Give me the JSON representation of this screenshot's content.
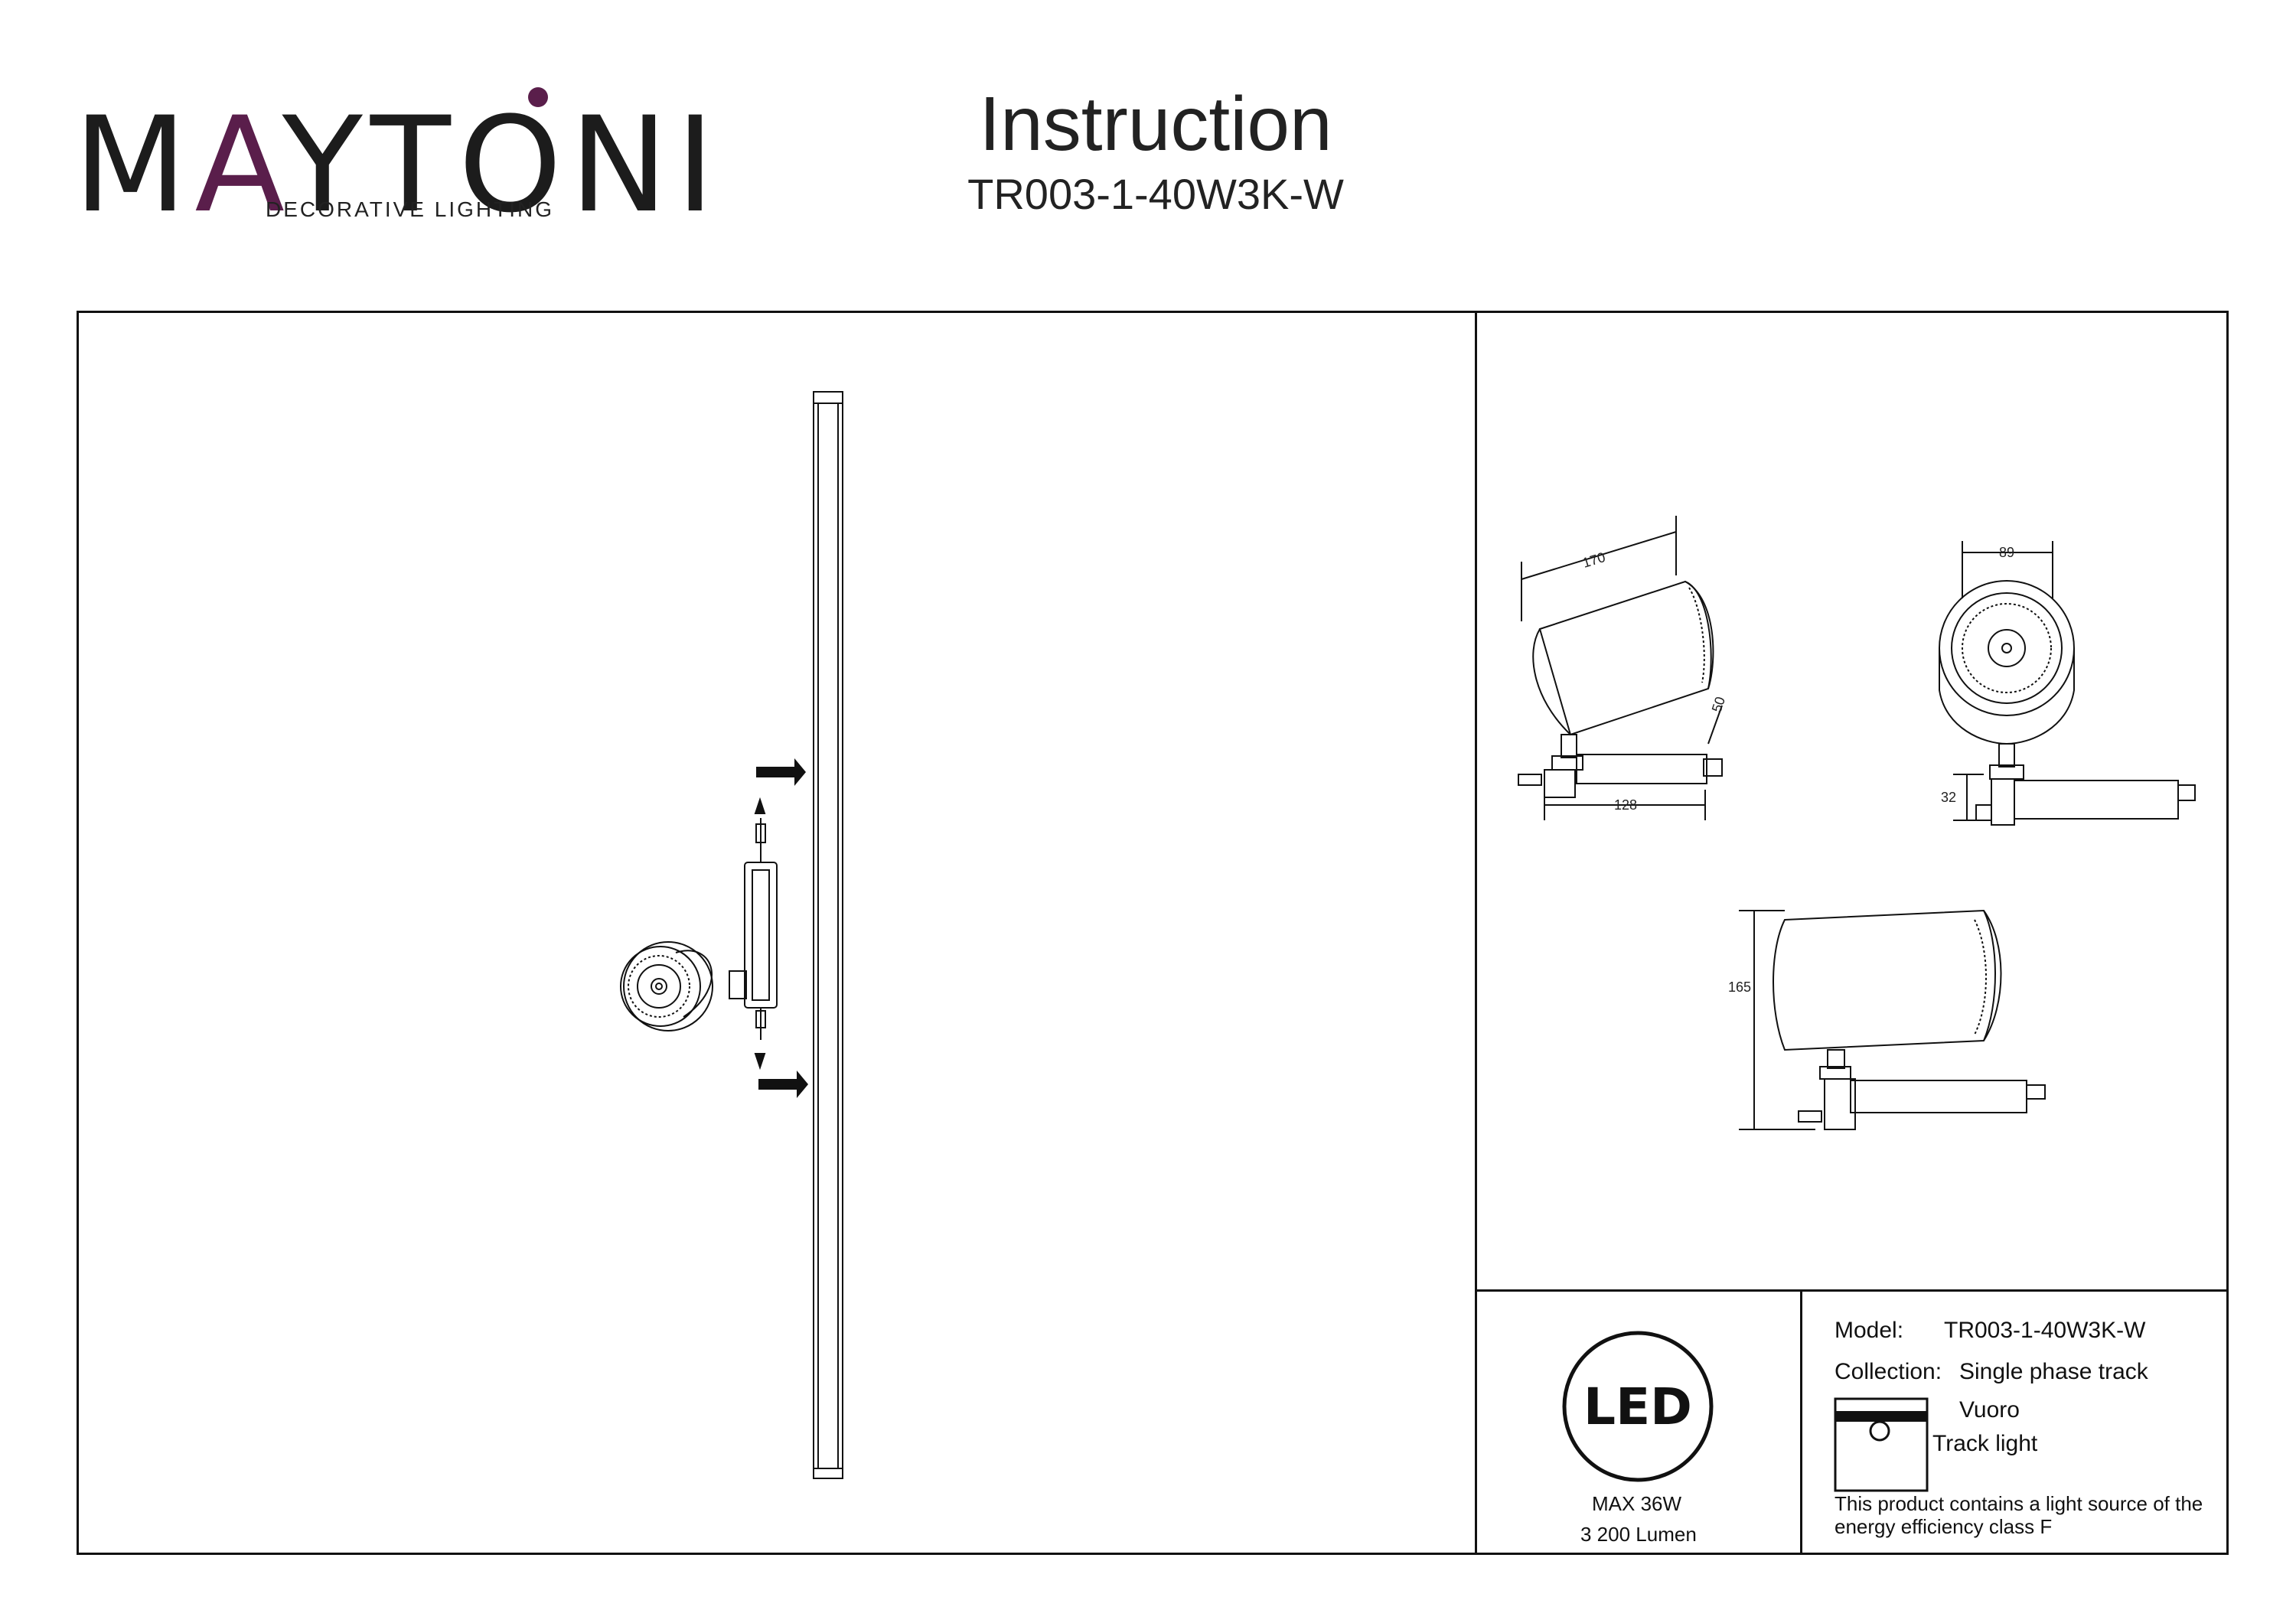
{
  "brand": {
    "name_part1": "M",
    "name_accent": "A",
    "name_part2": "YTON",
    "name_last": "I",
    "tagline": "DECORATIVE LIGHTING",
    "accent_color": "#5a1e4b"
  },
  "header": {
    "title": "Instruction",
    "model": "TR003-1-40W3K-W"
  },
  "dimensions": {
    "length": "170",
    "depth": "128",
    "head_offset": "50",
    "width": "89",
    "base_height": "32",
    "height": "165"
  },
  "led_panel": {
    "badge": "LED",
    "power": "MAX 36W",
    "lumen": "3 200 Lumen"
  },
  "specs": {
    "model_label": "Model:",
    "model_value": "TR003-1-40W3K-W",
    "collection_label": "Collection:",
    "collection_value": "Single phase track",
    "series": "Vuoro",
    "type": "Track light",
    "energy_line1": "This product contains a light source of the",
    "energy_line2": "energy efficiency class F"
  },
  "icons": [
    "arrow-right-icon",
    "led-badge-icon",
    "track-light-icon"
  ]
}
